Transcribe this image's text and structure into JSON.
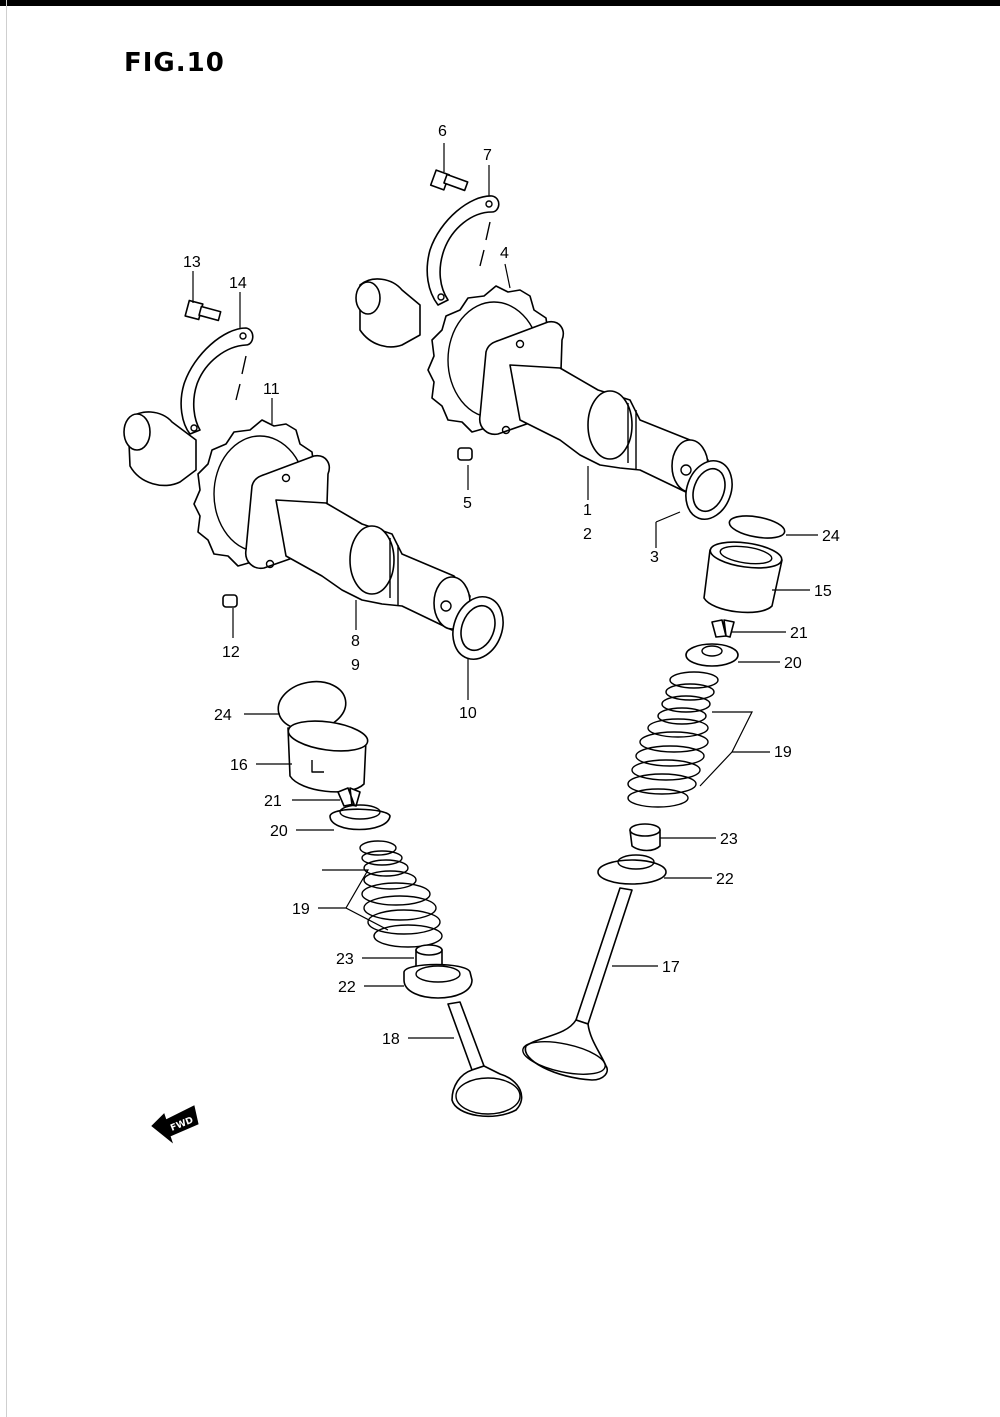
{
  "figure": {
    "title": "FIG.10",
    "fwd_label": "FWD"
  },
  "callouts": [
    {
      "id": "c6",
      "text": "6"
    },
    {
      "id": "c7",
      "text": "7"
    },
    {
      "id": "c4",
      "text": "4"
    },
    {
      "id": "c13",
      "text": "13"
    },
    {
      "id": "c14",
      "text": "14"
    },
    {
      "id": "c11",
      "text": "11"
    },
    {
      "id": "c5",
      "text": "5"
    },
    {
      "id": "c1",
      "text": "1"
    },
    {
      "id": "c2",
      "text": "2"
    },
    {
      "id": "c3",
      "text": "3"
    },
    {
      "id": "c24a",
      "text": "24"
    },
    {
      "id": "c15",
      "text": "15"
    },
    {
      "id": "c21a",
      "text": "21"
    },
    {
      "id": "c20a",
      "text": "20"
    },
    {
      "id": "c19a",
      "text": "19"
    },
    {
      "id": "c23a",
      "text": "23"
    },
    {
      "id": "c22a",
      "text": "22"
    },
    {
      "id": "c17",
      "text": "17"
    },
    {
      "id": "c12",
      "text": "12"
    },
    {
      "id": "c8",
      "text": "8"
    },
    {
      "id": "c9",
      "text": "9"
    },
    {
      "id": "c10",
      "text": "10"
    },
    {
      "id": "c24b",
      "text": "24"
    },
    {
      "id": "c16",
      "text": "16"
    },
    {
      "id": "c21b",
      "text": "21"
    },
    {
      "id": "c20b",
      "text": "20"
    },
    {
      "id": "c19b",
      "text": "19"
    },
    {
      "id": "c23b",
      "text": "23"
    },
    {
      "id": "c22b",
      "text": "22"
    },
    {
      "id": "c18",
      "text": "18"
    }
  ]
}
